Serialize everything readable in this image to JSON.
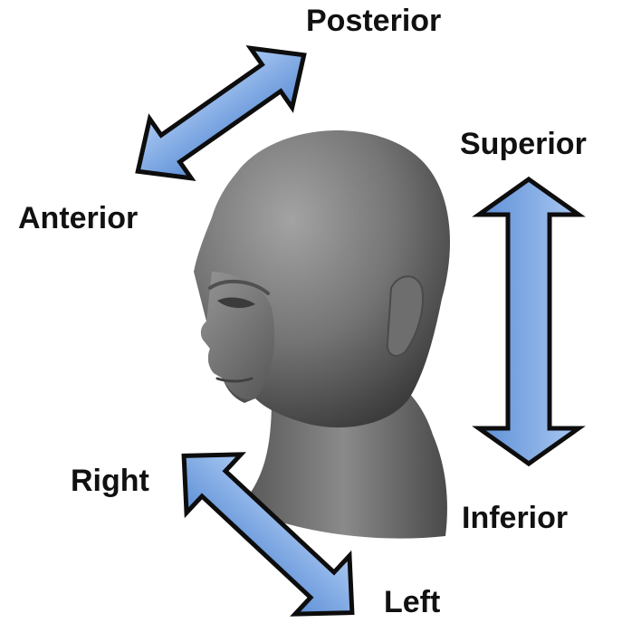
{
  "labels": {
    "posterior": "Posterior",
    "anterior": "Anterior",
    "superior": "Superior",
    "inferior": "Inferior",
    "right": "Right",
    "left": "Left"
  },
  "colors": {
    "arrow_fill": "#7aa8e6",
    "arrow_stroke": "#0d0d0d",
    "head_light": "#8c8c8c",
    "head_dark": "#3a3a3a",
    "background": "#ffffff"
  },
  "icons": {
    "head": "human-head-3d-icon",
    "arrows": "double-headed-arrow-icon"
  }
}
